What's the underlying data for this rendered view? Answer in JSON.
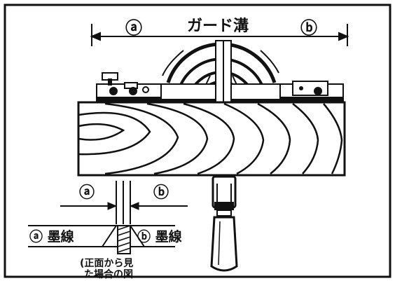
{
  "labels": {
    "a_top": "ⓐ",
    "guard_groove": "ガード溝",
    "b_top": "ⓑ",
    "a_bottom": "ⓐ",
    "b_bottom": "ⓑ",
    "a_ink_line": "ⓐ 墨線",
    "b_ink_line": "ⓑ 墨線",
    "front_view_line1": "(正面から見",
    "front_view_line2": "た場合の図"
  }
}
